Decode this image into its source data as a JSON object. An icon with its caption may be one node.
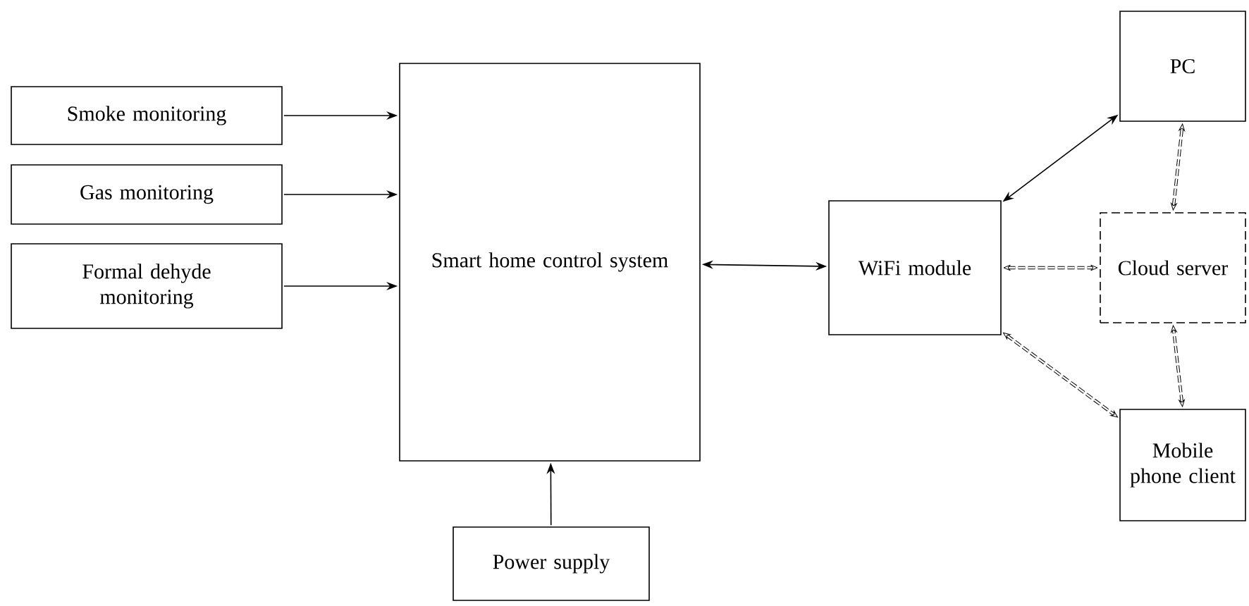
{
  "diagram": {
    "nodes": [
      {
        "text": [
          "Smoke monitoring"
        ]
      },
      {
        "text": [
          "Gas monitoring"
        ]
      },
      {
        "text": [
          "Formal dehyde monitoring"
        ]
      },
      {
        "text": [
          "Smart home control system"
        ]
      },
      {
        "text": [
          "Power supply"
        ]
      },
      {
        "text": [
          "WiFi module"
        ]
      },
      {
        "text": [
          "PC"
        ]
      },
      {
        "text": [
          "Cloud server"
        ]
      },
      {
        "text": [
          "Mobile phone client"
        ]
      }
    ],
    "edges": [
      {
        "from": 0,
        "to": 3,
        "arrow": "to"
      },
      {
        "from": 1,
        "to": 3,
        "arrow": "to"
      },
      {
        "from": 2,
        "to": 3,
        "arrow": "to"
      },
      {
        "from": 4,
        "to": 3,
        "arrow": "to"
      },
      {
        "from": 3,
        "to": 5,
        "arrow": "both"
      },
      {
        "from": 5,
        "to": 6,
        "arrow": "both"
      },
      {
        "from": 5,
        "to": 7,
        "arrow": "both",
        "style": "dashed"
      },
      {
        "from": 7,
        "to": 6,
        "arrow": "both",
        "style": "dashed"
      },
      {
        "from": 8,
        "to": 7,
        "arrow": "both",
        "style": "dashed"
      },
      {
        "from": 5,
        "to": 8,
        "arrow": "both",
        "style": "dashed"
      }
    ]
  }
}
